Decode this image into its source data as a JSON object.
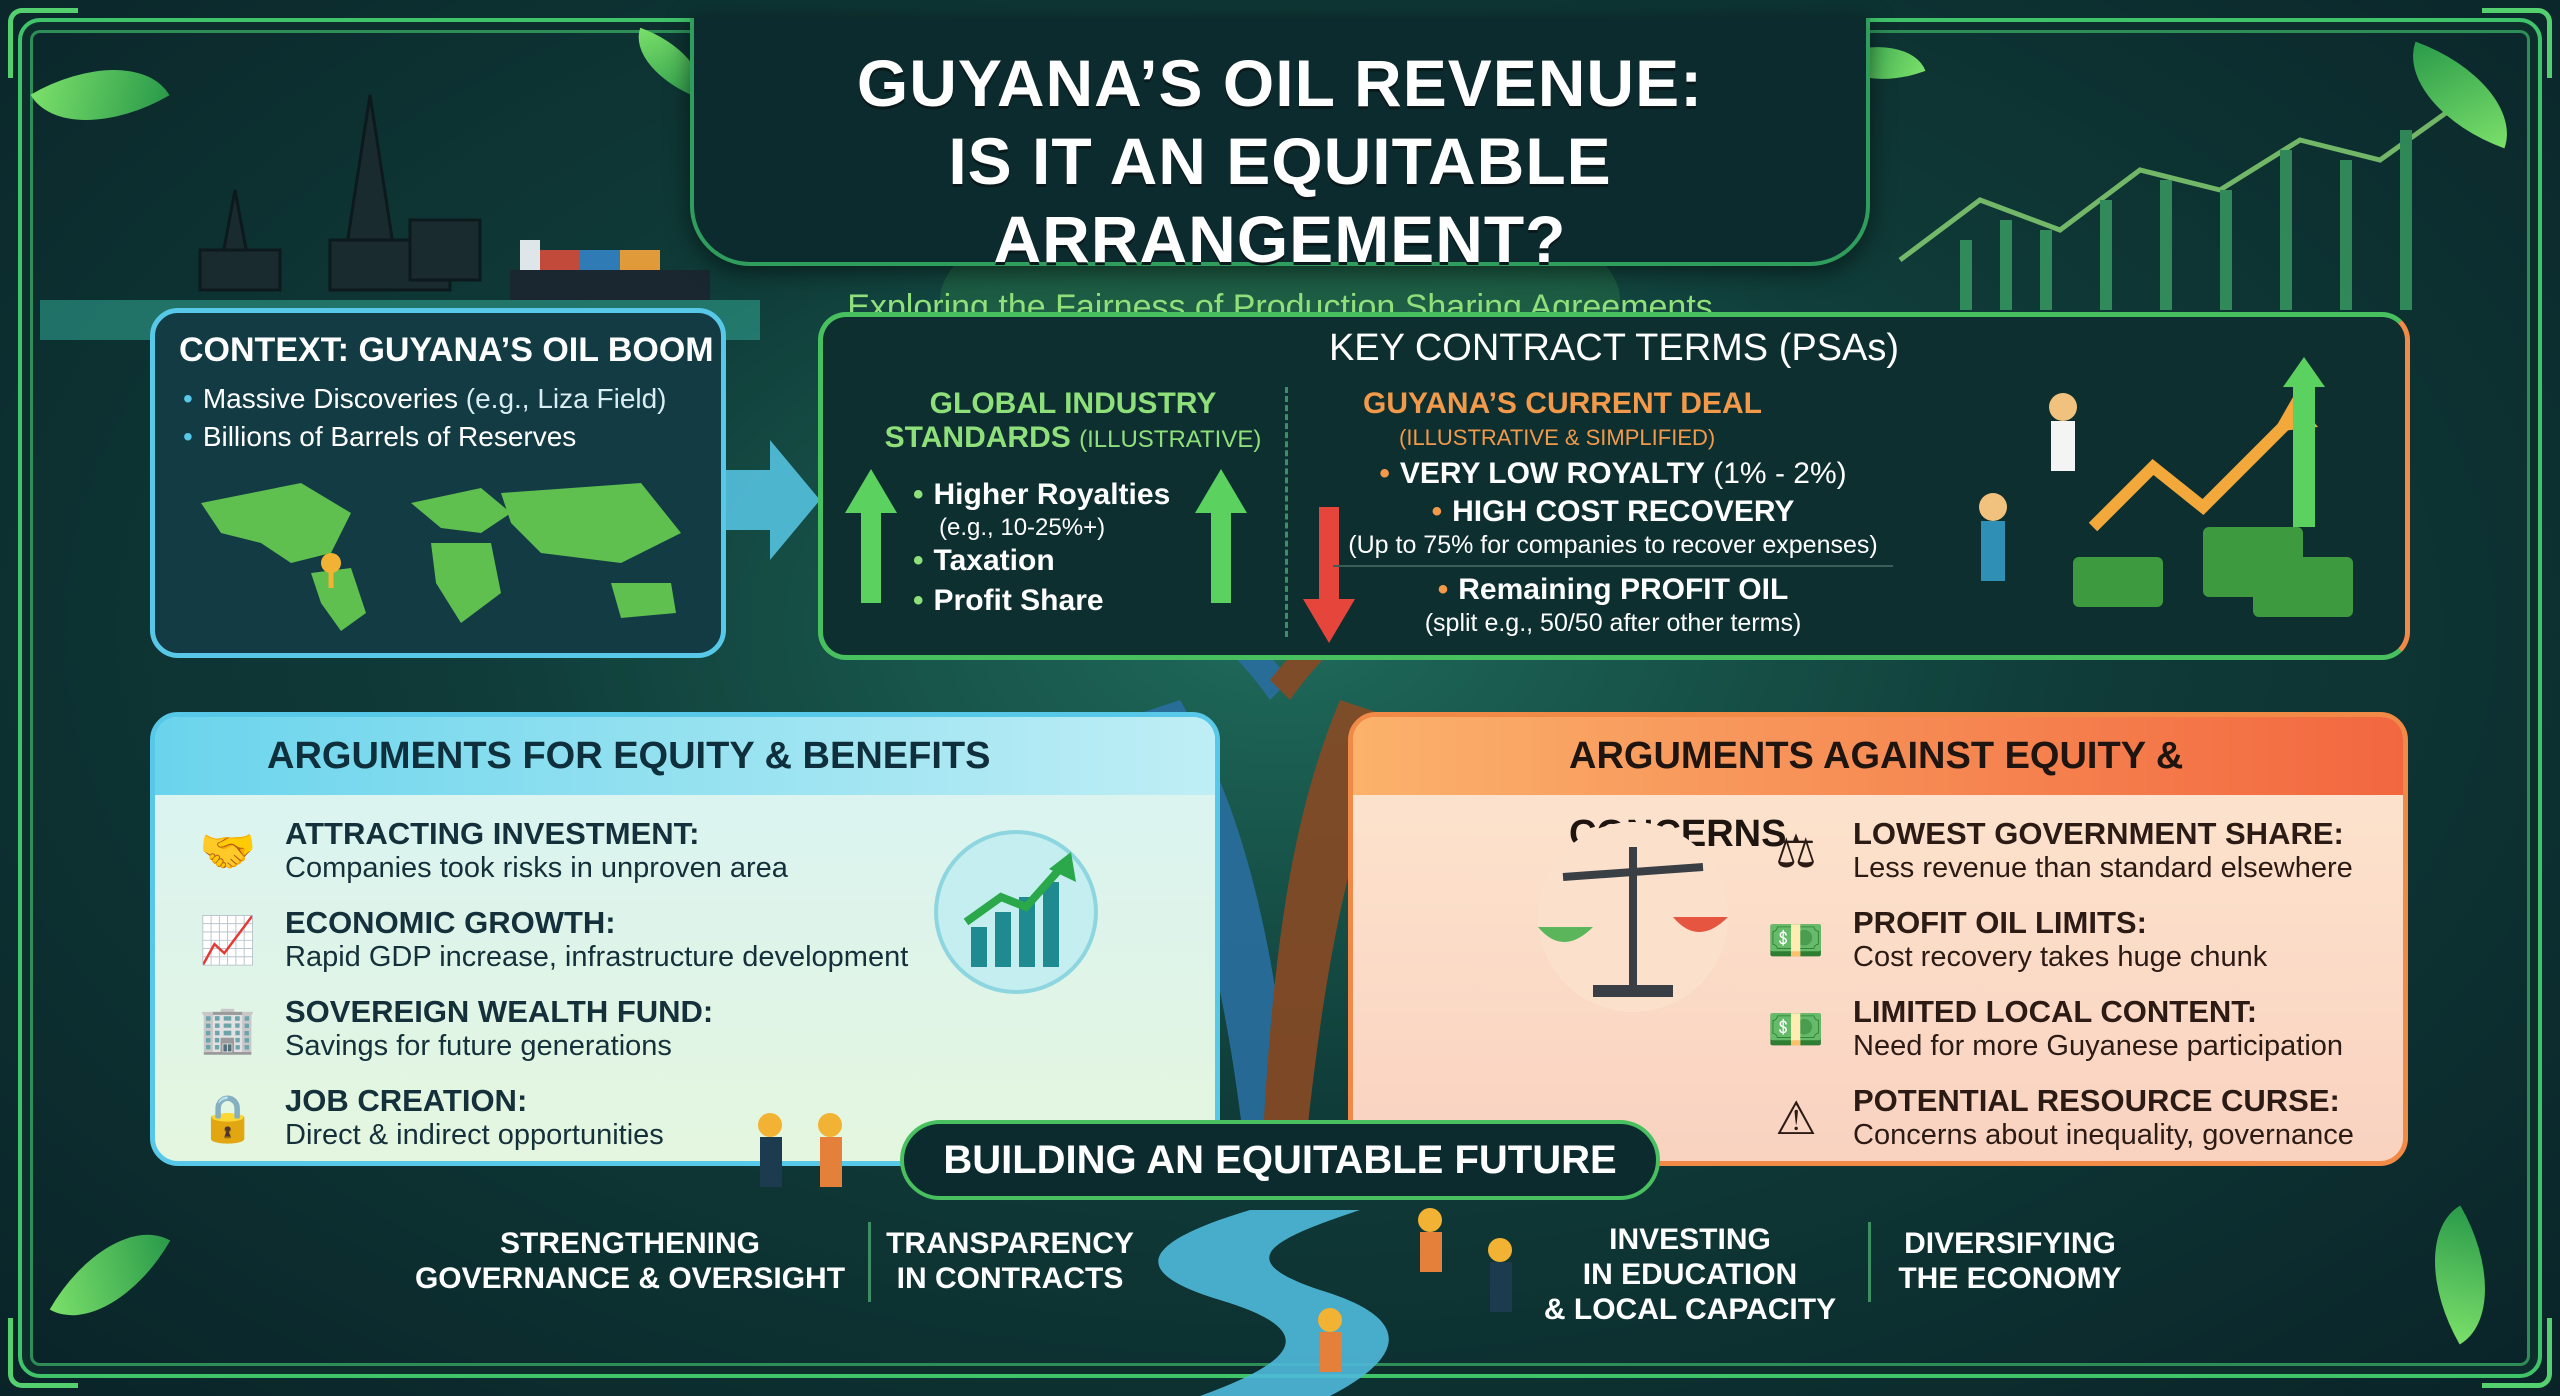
{
  "title": {
    "line1": "GUYANA’S OIL REVENUE:",
    "line2": "IS IT AN EQUITABLE ARRANGEMENT?",
    "subtitle": "Exploring the Fairness of Production Sharing Agreements"
  },
  "context": {
    "heading": "CONTEXT: GUYANA’S OIL BOOM",
    "item1_bold": "Massive Discoveries",
    "item1_light": " (e.g., Liza Field)",
    "item2": "Billions of Barrels of Reserves"
  },
  "terms": {
    "heading": "KEY CONTRACT TERMS (PSAs)",
    "global_line1": "GLOBAL INDUSTRY",
    "global_line2": "STANDARDS",
    "global_qualifier": "(ILLUSTRATIVE)",
    "global_items": [
      "Higher Royalties",
      "Taxation",
      "Profit Share"
    ],
    "global_royalty_example": "(e.g., 10-25%+)",
    "guyana_heading": "GUYANA’S CURRENT DEAL",
    "guyana_qualifier": "(ILLUSTRATIVE & SIMPLIFIED)",
    "royalty_bold": "VERY LOW ROYALTY",
    "royalty_light": " (1% - 2%)",
    "cost_recovery": "HIGH COST RECOVERY",
    "cost_recovery_note": "(Up to 75% for companies to recover expenses)",
    "profit_oil": "Remaining PROFIT OIL",
    "profit_oil_note": "(split e.g., 50/50 after other terms)"
  },
  "for": {
    "heading": "ARGUMENTS FOR EQUITY & BENEFITS",
    "items": [
      {
        "title": "ATTRACTING INVESTMENT:",
        "desc": "Companies took risks in unproven area",
        "icon": "handshake-icon"
      },
      {
        "title": "ECONOMIC GROWTH:",
        "desc": "Rapid GDP increase, infrastructure development",
        "icon": "bar-growth-icon"
      },
      {
        "title": "SOVEREIGN WEALTH FUND:",
        "desc": "Savings for future generations",
        "icon": "building-icon"
      },
      {
        "title": "JOB CREATION:",
        "desc": "Direct & indirect opportunities",
        "icon": "safe-icon"
      }
    ]
  },
  "against": {
    "heading": "ARGUMENTS AGAINST EQUITY & CONCERNS",
    "items": [
      {
        "title": "LOWEST GOVERNMENT SHARE:",
        "desc": "Less revenue than standard elsewhere",
        "icon": "scales-icon"
      },
      {
        "title": "PROFIT OIL LIMITS:",
        "desc": "Cost recovery takes huge chunk",
        "icon": "money-coins-icon"
      },
      {
        "title": "LIMITED LOCAL CONTENT:",
        "desc": "Need for more Guyanese participation",
        "icon": "money-stack-icon"
      },
      {
        "title": "POTENTIAL RESOURCE CURSE:",
        "desc": "Concerns about inequality, governance",
        "icon": "warning-icon"
      }
    ]
  },
  "future": {
    "heading": "BUILDING AN EQUITABLE FUTURE",
    "pillars": [
      {
        "line1": "STRENGTHENING",
        "line2": "GOVERNANCE & OVERSIGHT"
      },
      {
        "line1": "TRANSPARENCY",
        "line2": "IN CONTRACTS"
      },
      {
        "line1": "INVESTING",
        "line2": "IN EDUCATION",
        "line3": "& LOCAL CAPACITY"
      },
      {
        "line1": "DIVERSIFYING",
        "line2": "THE ECONOMY"
      }
    ]
  },
  "colors": {
    "green_accent": "#48c05f",
    "cyan_accent": "#58c8e8",
    "orange_accent": "#f08a46",
    "red_arrow": "#e5453a"
  }
}
